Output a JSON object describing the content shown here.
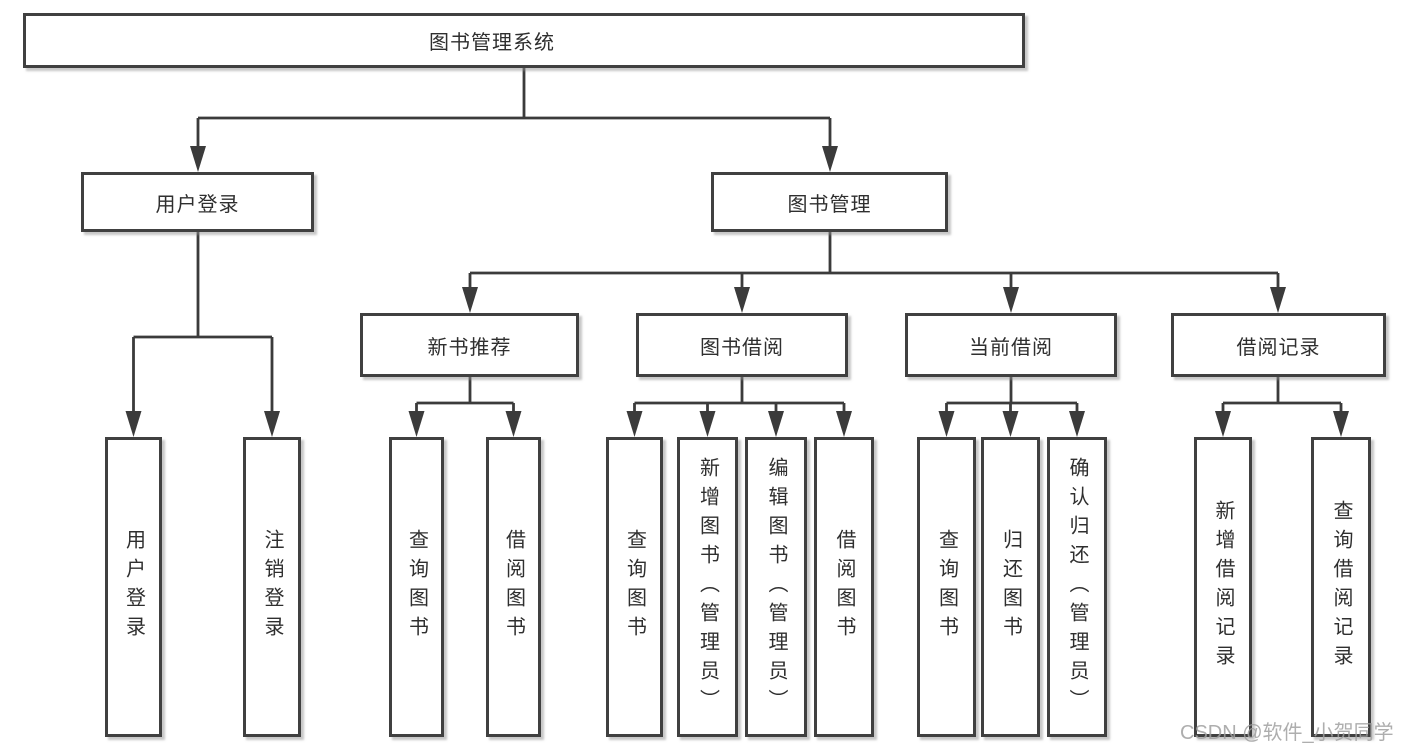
{
  "tree": {
    "root": "图书管理系统",
    "branches": [
      {
        "label": "用户登录",
        "children": [
          "用户登录",
          "注销登录"
        ]
      },
      {
        "label": "图书管理",
        "groups": [
          {
            "label": "新书推荐",
            "children": [
              "查询图书",
              "借阅图书"
            ]
          },
          {
            "label": "图书借阅",
            "children": [
              "查询图书",
              "新增图书（管理员）",
              "编辑图书（管理员）",
              "借阅图书"
            ]
          },
          {
            "label": "当前借阅",
            "children": [
              "查询图书",
              "归还图书",
              "确认归还（管理员）"
            ]
          },
          {
            "label": "借阅记录",
            "children": [
              "新增借阅记录",
              "查询借阅记录"
            ]
          }
        ]
      }
    ]
  },
  "watermark": "CSDN @软件_小贺同学",
  "colors": {
    "background": "#ffffff",
    "box_border": "#404040",
    "connector_line": "#3b3b3b",
    "text": "#2f2f2f",
    "watermark": "#a0a0a0"
  }
}
